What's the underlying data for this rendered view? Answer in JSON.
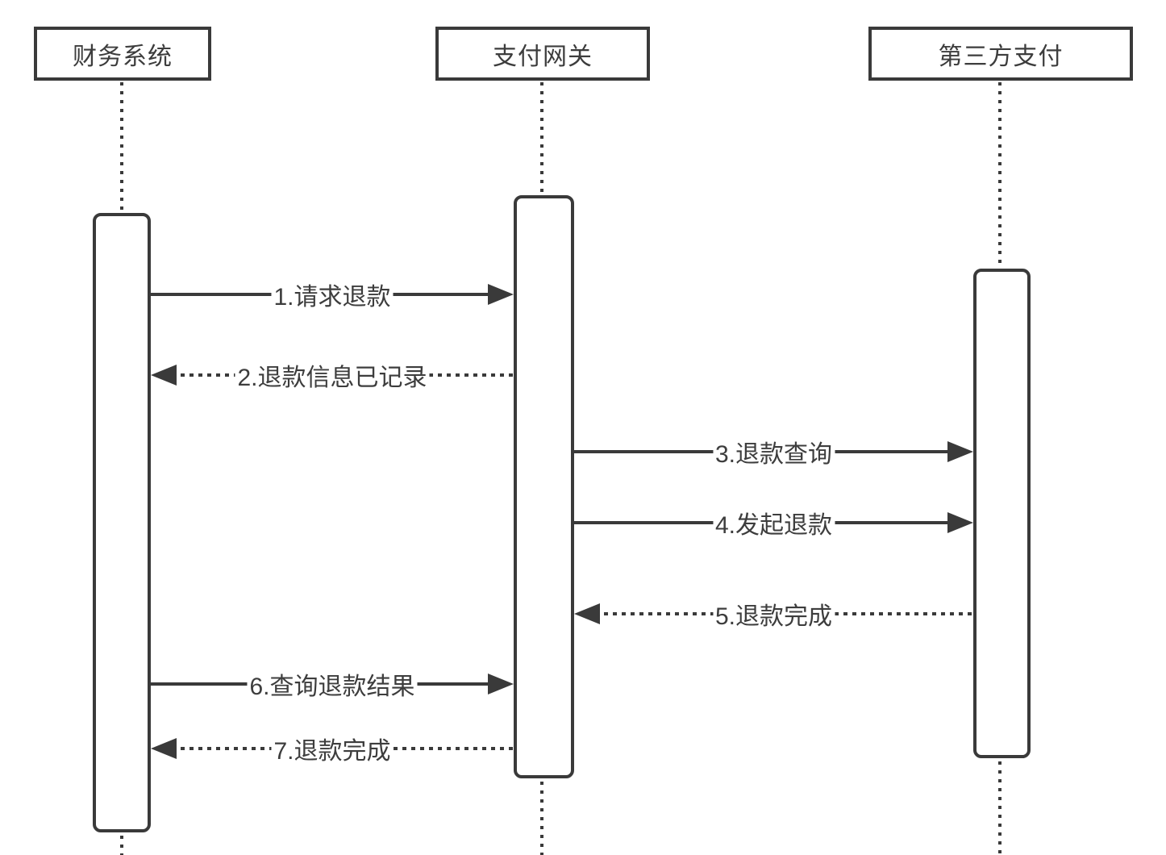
{
  "diagram": {
    "type": "sequence-diagram",
    "colors": {
      "stroke": "#3a3a3a",
      "text": "#3d3d3d",
      "background": "#ffffff"
    },
    "actors": [
      {
        "id": "finance-system",
        "label": "财务系统"
      },
      {
        "id": "payment-gateway",
        "label": "支付网关"
      },
      {
        "id": "third-party-payment",
        "label": "第三方支付"
      }
    ],
    "messages": [
      {
        "seq": 1,
        "label": "1.请求退款",
        "from": "财务系统",
        "to": "支付网关",
        "line": "solid",
        "direction": "right"
      },
      {
        "seq": 2,
        "label": "2.退款信息已记录",
        "from": "支付网关",
        "to": "财务系统",
        "line": "dotted",
        "direction": "left"
      },
      {
        "seq": 3,
        "label": "3.退款查询",
        "from": "支付网关",
        "to": "第三方支付",
        "line": "solid",
        "direction": "right"
      },
      {
        "seq": 4,
        "label": "4.发起退款",
        "from": "支付网关",
        "to": "第三方支付",
        "line": "solid",
        "direction": "right"
      },
      {
        "seq": 5,
        "label": "5.退款完成",
        "from": "第三方支付",
        "to": "支付网关",
        "line": "dotted",
        "direction": "left"
      },
      {
        "seq": 6,
        "label": "6.查询退款结果",
        "from": "财务系统",
        "to": "支付网关",
        "line": "solid",
        "direction": "right"
      },
      {
        "seq": 7,
        "label": "7.退款完成",
        "from": "支付网关",
        "to": "财务系统",
        "line": "dotted",
        "direction": "left"
      }
    ]
  }
}
